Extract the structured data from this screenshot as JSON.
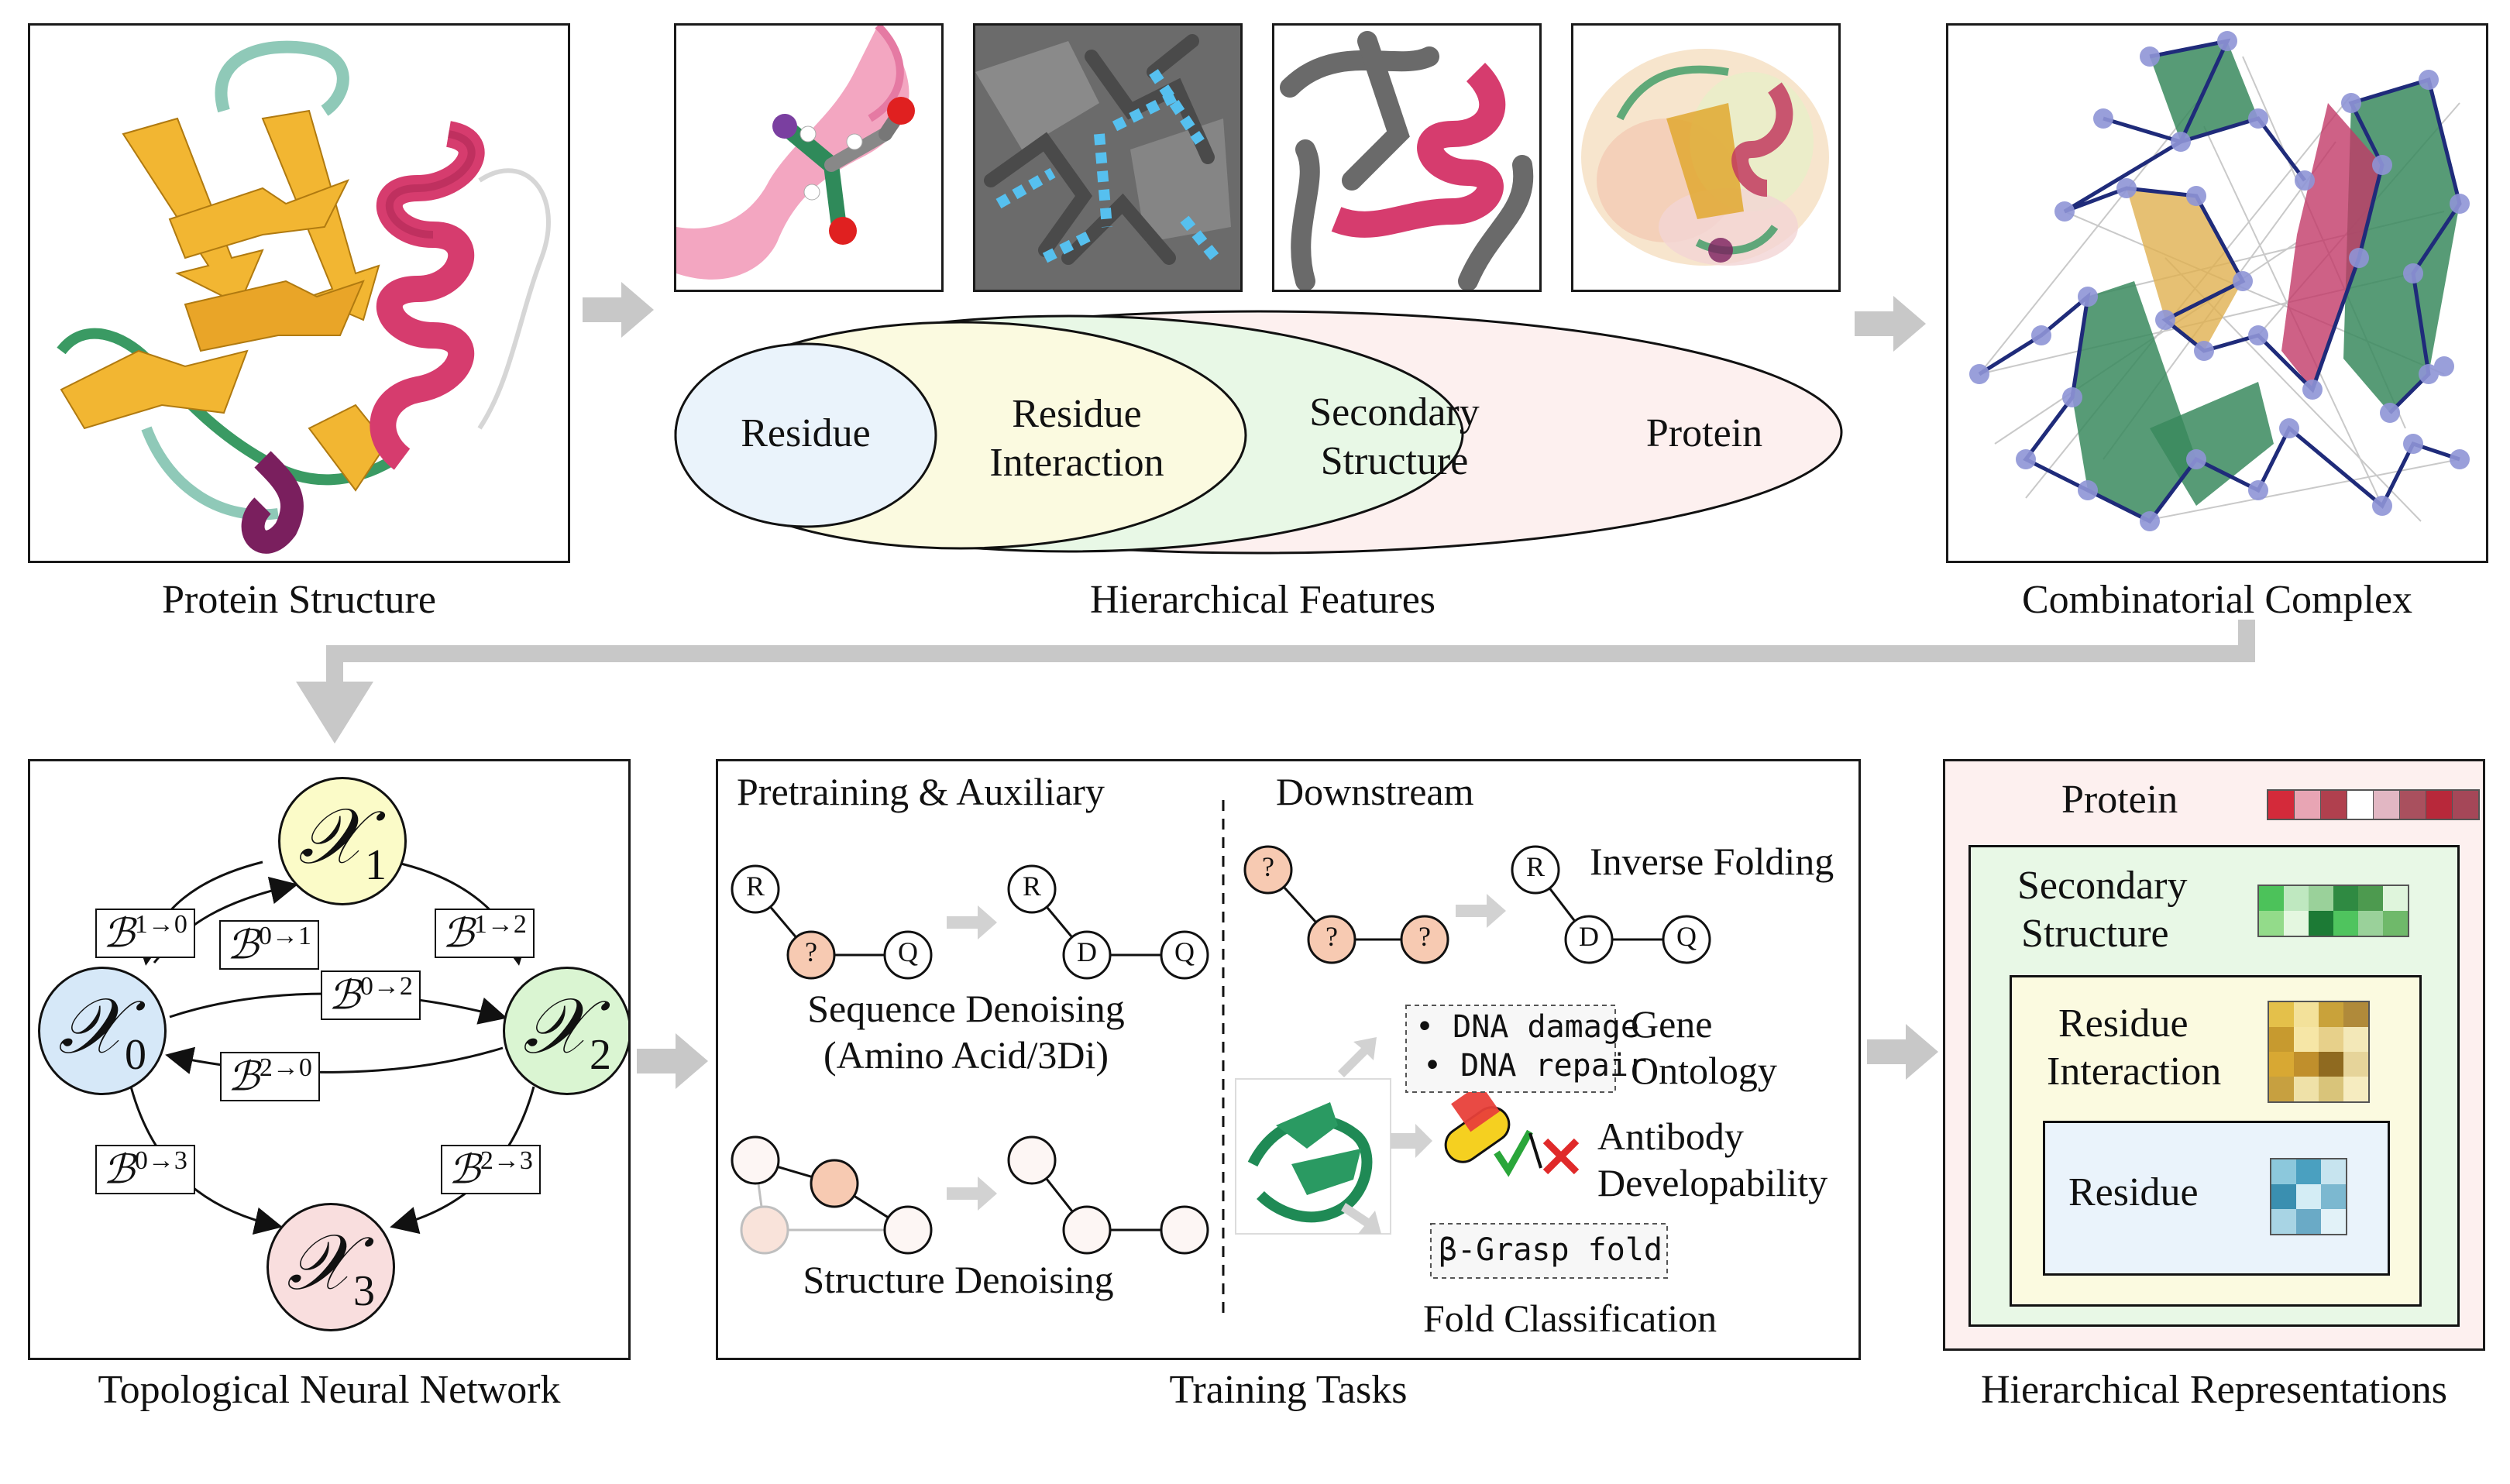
{
  "captions": {
    "protein_structure": "Protein Structure",
    "hierarchical_features": "Hierarchical Features",
    "combinatorial_complex": "Combinatorial Complex",
    "topological_network": "Topological Neural Network",
    "training_tasks": "Training Tasks",
    "hierarchical_representations": "Hierarchical Representations"
  },
  "features": {
    "residue": "Residue",
    "residue_interaction_1": "Residue",
    "residue_interaction_2": "Interaction",
    "secondary_1": "Secondary",
    "secondary_2": "Structure",
    "protein": "Protein"
  },
  "tnn": {
    "nodes": {
      "x0": "0",
      "x1": "1",
      "x2": "2",
      "x3": "3",
      "symbol": "𝒳"
    },
    "maps": {
      "b10": "1→0",
      "b01": "0→1",
      "b12": "1→2",
      "b02": "0→2",
      "b20": "2→0",
      "b03": "0→3",
      "b23": "2→3",
      "symbol": "ℬ"
    }
  },
  "tasks": {
    "pretraining_header": "Pretraining & Auxiliary",
    "downstream_header": "Downstream",
    "seq_denoise_1": "Sequence Denoising",
    "seq_denoise_2": "(Amino Acid/3Di)",
    "struct_denoise": "Structure Denoising",
    "inverse_folding": "Inverse Folding",
    "go_item_1": "DNA damage",
    "go_item_2": "DNA repair",
    "go_label_1": "Gene",
    "go_label_2": "Ontology",
    "antibody_1": "Antibody",
    "antibody_2": "Developability",
    "fold_box": "β-Grasp fold",
    "fold_label": "Fold Classification",
    "residue_letters": {
      "r": "R",
      "q": "Q",
      "d": "D",
      "mask": "?"
    }
  },
  "representations": {
    "protein": "Protein",
    "secondary_1": "Secondary",
    "secondary_2": "Structure",
    "interaction_1": "Residue",
    "interaction_2": "Interaction",
    "residue": "Residue"
  },
  "colors": {
    "helix": "#d63c6e",
    "strand": "#f2b632",
    "loop_green": "#3a9a63",
    "arrow_gray": "#c8c8c8",
    "residue_bg": "#eaf3fb",
    "interaction_bg": "#fbfae0",
    "secondary_bg": "#e8f8e6",
    "protein_bg": "#fdf0ef",
    "graph_node": "#8f95d6",
    "graph_edge": "#1f2b7a",
    "masked_node": "#f7cab2"
  }
}
